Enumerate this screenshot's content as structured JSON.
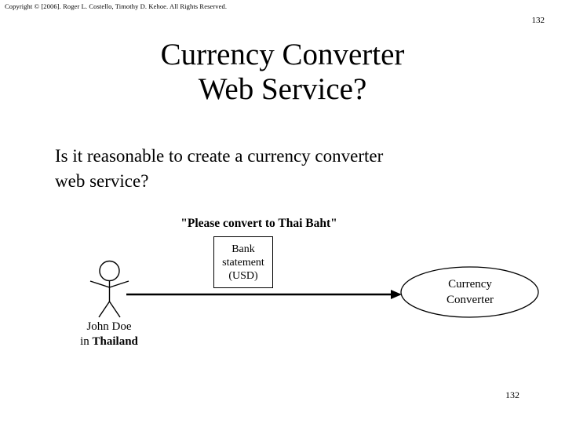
{
  "header": {
    "copyright": "Copyright © [2006].  Roger L. Costello, Timothy D. Kehoe.  All Rights Reserved.",
    "page_number_top": "132"
  },
  "footer": {
    "page_number_bottom": "132"
  },
  "title": {
    "line1": "Currency Converter",
    "line2": "Web Service?"
  },
  "body": {
    "line1": "Is it reasonable to create a currency converter",
    "line2": "web service?"
  },
  "diagram": {
    "message_label": "\"Please convert to Thai Baht\"",
    "document_box": {
      "line1": "Bank",
      "line2": "statement",
      "line3": "(USD)"
    },
    "actor": {
      "name": "John Doe",
      "location_prefix": "in ",
      "location": "Thailand"
    },
    "service_ellipse": {
      "line1": "Currency",
      "line2": "Converter"
    },
    "colors": {
      "stroke": "#000000",
      "fill": "#ffffff",
      "background": "#ffffff"
    }
  }
}
